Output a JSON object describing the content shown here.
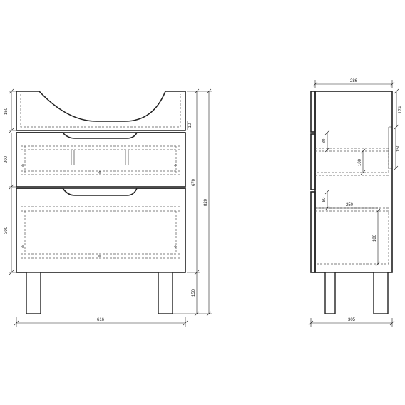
{
  "front_view": {
    "width": "616",
    "height_top_section": "150",
    "height_drawer_1": "200",
    "height_drawer_2": "300",
    "height_leg": "150",
    "height_body": "670",
    "height_total": "820",
    "gap_top": "10"
  },
  "side_view": {
    "depth_top": "286",
    "depth_total": "305",
    "top_offset": "174",
    "drawer_1_front_height": "80",
    "drawer_1_box_height": "100",
    "drawer_2_front_height": "80",
    "drawer_2_box_height": "180",
    "drawer_2_depth": "250",
    "side_marker": "150"
  }
}
